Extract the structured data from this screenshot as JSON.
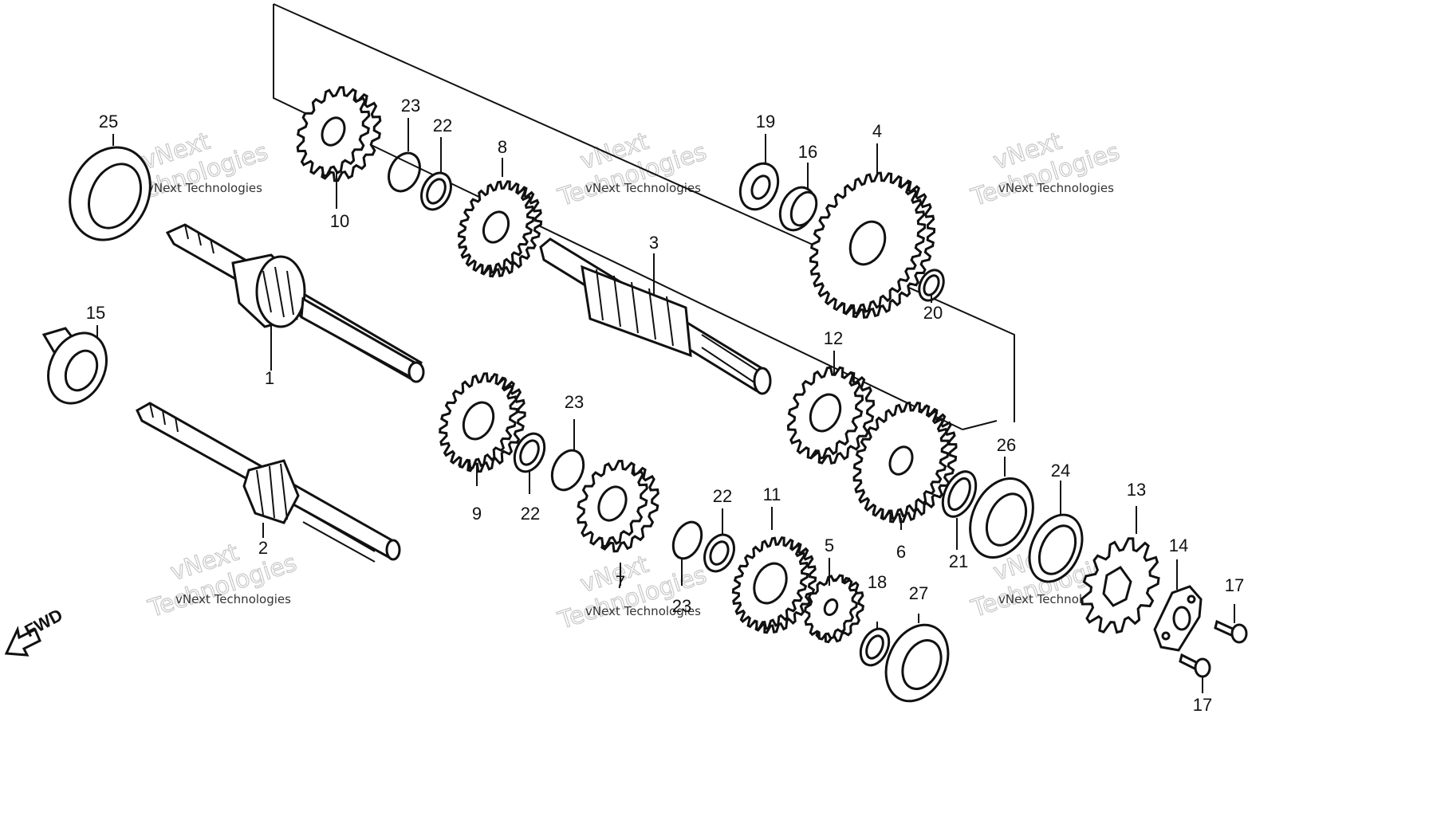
{
  "diagram": {
    "fwd_label": "FWD",
    "watermark": {
      "brand_small": "vNext Technologies",
      "brand_outline_1": "vNext",
      "brand_outline_2": "Technologies"
    },
    "callouts": [
      {
        "id": "c1",
        "label": "1"
      },
      {
        "id": "c2",
        "label": "2"
      },
      {
        "id": "c3",
        "label": "3"
      },
      {
        "id": "c4",
        "label": "4"
      },
      {
        "id": "c5",
        "label": "5"
      },
      {
        "id": "c6",
        "label": "6"
      },
      {
        "id": "c7",
        "label": "7"
      },
      {
        "id": "c8",
        "label": "8"
      },
      {
        "id": "c9",
        "label": "9"
      },
      {
        "id": "c10",
        "label": "10"
      },
      {
        "id": "c11",
        "label": "11"
      },
      {
        "id": "c12",
        "label": "12"
      },
      {
        "id": "c13",
        "label": "13"
      },
      {
        "id": "c14",
        "label": "14"
      },
      {
        "id": "c15",
        "label": "15"
      },
      {
        "id": "c16",
        "label": "16"
      },
      {
        "id": "c17a",
        "label": "17"
      },
      {
        "id": "c17b",
        "label": "17"
      },
      {
        "id": "c18",
        "label": "18"
      },
      {
        "id": "c19",
        "label": "19"
      },
      {
        "id": "c20",
        "label": "20"
      },
      {
        "id": "c21",
        "label": "21"
      },
      {
        "id": "c22a",
        "label": "22"
      },
      {
        "id": "c22b",
        "label": "22"
      },
      {
        "id": "c22c",
        "label": "22"
      },
      {
        "id": "c23a",
        "label": "23"
      },
      {
        "id": "c23b",
        "label": "23"
      },
      {
        "id": "c23c",
        "label": "23"
      },
      {
        "id": "c24",
        "label": "24"
      },
      {
        "id": "c25",
        "label": "25"
      },
      {
        "id": "c26",
        "label": "26"
      },
      {
        "id": "c27",
        "label": "27"
      }
    ]
  }
}
